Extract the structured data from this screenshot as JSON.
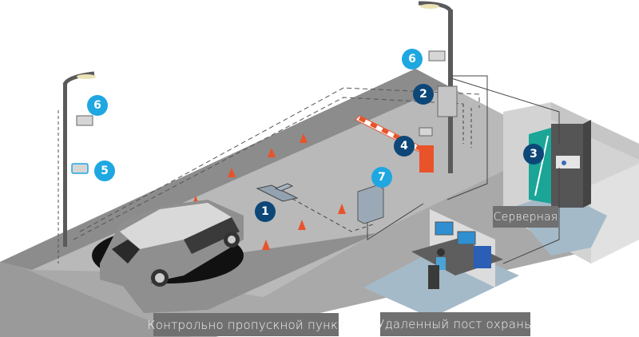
{
  "diagram": {
    "title": "Контрольно-пропускной пункт — схема системы",
    "labels": {
      "checkpoint": "Контрольно пропускной пункт",
      "guard_post": "Удаленный пост охраны",
      "server_room": "Серверная"
    },
    "markers": [
      {
        "id": "1",
        "number": "1",
        "target": "underbody-scanner",
        "style": "dark"
      },
      {
        "id": "2",
        "number": "2",
        "target": "control-cabinet",
        "style": "dark"
      },
      {
        "id": "3",
        "number": "3",
        "target": "server-rack",
        "style": "dark"
      },
      {
        "id": "4",
        "number": "4",
        "target": "barrier-gate",
        "style": "dark"
      },
      {
        "id": "5",
        "number": "5",
        "target": "reader-sensor",
        "style": "light"
      },
      {
        "id": "6a",
        "number": "6",
        "target": "camera-left-pole",
        "style": "light"
      },
      {
        "id": "6b",
        "number": "6",
        "target": "camera-right-pole",
        "style": "light"
      },
      {
        "id": "7",
        "number": "7",
        "target": "field-cabinet",
        "style": "light"
      }
    ],
    "objects": [
      "street-lamp-left",
      "street-lamp-right",
      "car",
      "traffic-cones",
      "barrier-gate",
      "underbody-scanner",
      "control-cabinet",
      "field-cabinet",
      "server-rack",
      "guard-workstation"
    ],
    "colors": {
      "marker_dark": "#0d4778",
      "marker_light": "#1ea7e1",
      "road": "#b7b7b7",
      "road_edge": "#8a8a8a",
      "barrier": "#e8532a",
      "rack_door": "#1aa597",
      "floor": "#a5bac8",
      "label_bg": "#707070"
    }
  }
}
